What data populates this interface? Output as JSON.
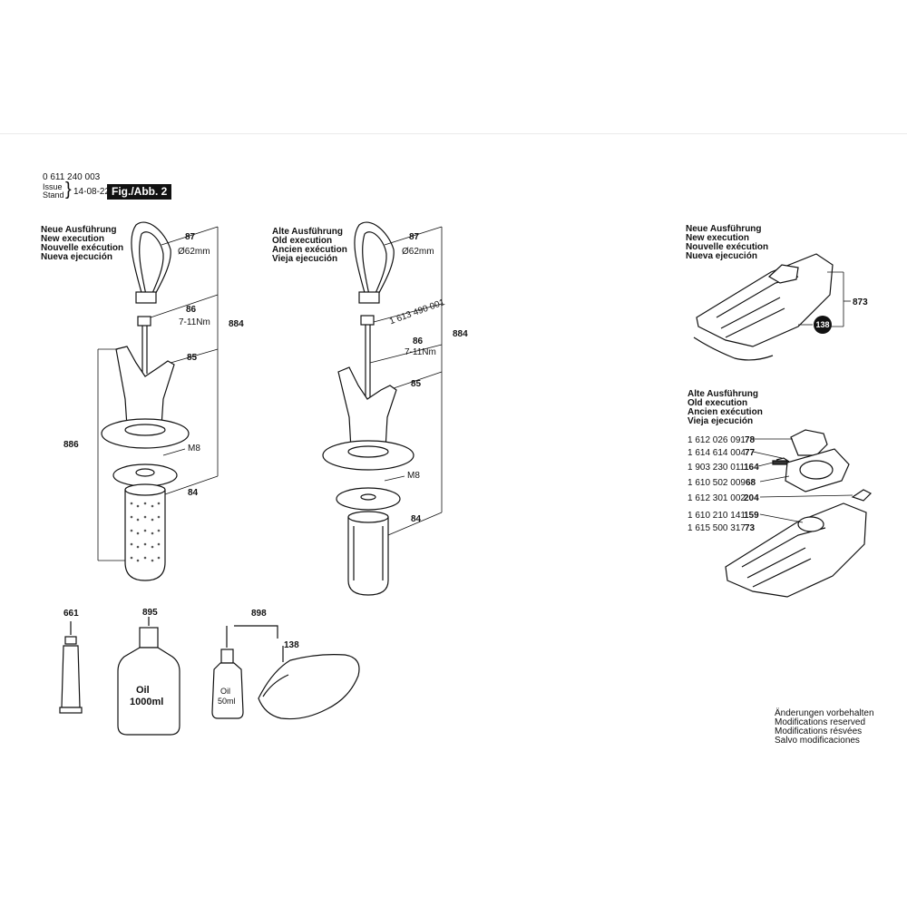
{
  "header": {
    "part_number": "0 611 240 003",
    "issue_label": "Issue",
    "stand_label": "Stand",
    "date": "14-08-22",
    "fig_label": "Fig./Abb. 2"
  },
  "left_assembly": {
    "heading": [
      "Neue Ausführung",
      "New execution",
      "Nouvelle exécution",
      "Nueva ejecución"
    ],
    "labels": {
      "p87": "87",
      "d62": "Ø62mm",
      "p86": "86",
      "torque": "7-11Nm",
      "p884": "884",
      "p85": "85",
      "p886": "886",
      "m8": "M8",
      "p84": "84"
    }
  },
  "middle_assembly": {
    "heading": [
      "Alte Ausführung",
      "Old execution",
      "Ancien exécution",
      "Vieja ejecución"
    ],
    "labels": {
      "p87": "87",
      "d62": "Ø62mm",
      "order_no": "1 613 490 001",
      "p86": "86",
      "torque": "7-11Nm",
      "p884": "884",
      "p85": "85",
      "m8": "M8",
      "p84": "84"
    }
  },
  "accessories": {
    "p661": "661",
    "p895": "895",
    "p898": "898",
    "p138": "138",
    "bottle_large": [
      "Oil",
      "1000ml"
    ],
    "bottle_small": [
      "Oil",
      "50ml"
    ]
  },
  "right_new": {
    "heading": [
      "Neue Ausführung",
      "New execution",
      "Nouvelle exécution",
      "Nueva ejecución"
    ],
    "p873": "873",
    "p138": "138"
  },
  "right_old": {
    "heading": [
      "Alte Ausführung",
      "Old execution",
      "Ancien exécution",
      "Vieja ejecución"
    ],
    "rows": [
      {
        "order": "1 612 026 091",
        "pos": "78"
      },
      {
        "order": "1 614 614 004",
        "pos": "77"
      },
      {
        "order": "1 903 230 011",
        "pos": "164"
      },
      {
        "order": "1 610 502 009",
        "pos": "68"
      },
      {
        "order": "1 612 301 002",
        "pos": "204"
      },
      {
        "order": "1 610 210 141",
        "pos": "159"
      },
      {
        "order": "1 615 500 317",
        "pos": "73"
      }
    ]
  },
  "footer": [
    "Änderungen vorbehalten",
    "Modifications reserved",
    "Modifications résvées",
    "Salvo modificaciones"
  ]
}
